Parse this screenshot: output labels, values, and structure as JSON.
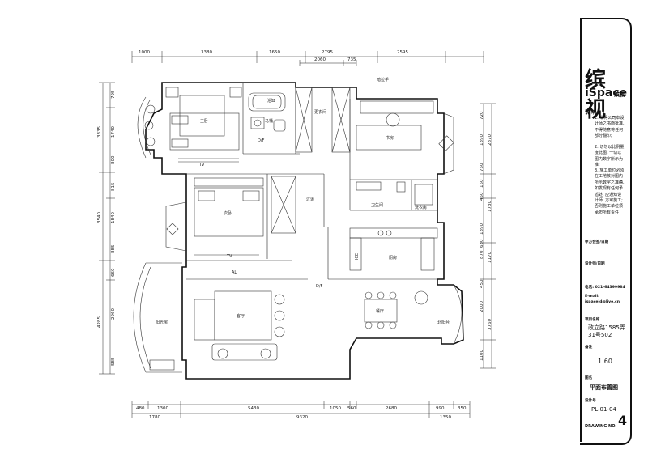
{
  "drawing": {
    "top_dims": [
      "1000",
      "3380",
      "1650",
      "2795",
      "2595"
    ],
    "top_sub_dims": [
      "2060",
      "735"
    ],
    "bottom_dims": [
      "480",
      "1300",
      "5430",
      "1050",
      "560",
      "2680",
      "990",
      "350"
    ],
    "bottom_total_dims": [
      "1780",
      "9320",
      "1350"
    ],
    "left_dims": [
      "795",
      "3335",
      "1740",
      "800",
      "815",
      "3540",
      "1840",
      "885",
      "660",
      "4285",
      "2960",
      "585"
    ],
    "right_dims": [
      "720",
      "1390",
      "2870",
      "750",
      "150",
      "450",
      "1730",
      "1390",
      "630",
      "870",
      "1170",
      "450",
      "2000",
      "3760",
      "1100"
    ],
    "rooms": {
      "master_bedroom": "主卧",
      "bathroom": "浴缸",
      "toilet": "马桶",
      "closet": "更衣间",
      "study": "书房",
      "second_bedroom": "次卧",
      "corridor": "过道",
      "bathroom2": "卫生间",
      "laundry": "洗衣房",
      "kitchen": "厨房",
      "living_room": "客厅",
      "dining_room": "餐厅",
      "balcony": "北阳台",
      "sunroom": "阳光房"
    },
    "labels": {
      "sliding_door": "暗拉手",
      "tv1": "TV",
      "tv2": "TV",
      "ac": "AL",
      "ice": "ICE",
      "door_mark_1": "D/F",
      "door_mark_2": "D/F"
    }
  },
  "title_block": {
    "brand_cn": "缤视",
    "brand_en": "iSpace",
    "brand_small": "缤视",
    "notes_title": "说 明:",
    "note_1": "1. 非得公司本设计师之书面批准, 不得随意将任何部分翻印;",
    "note_2": "2. 切勿以比例量度此图, 一切以图内数字所示为准;",
    "note_3": "3. 施工单位必须在工地核对图内所示数字之准确, 如发现有任何矛盾处, 应通知设计师, 方可施工; 否则施工单位须承担所有责任",
    "client_label": "甲方会签/日期",
    "designer_label": "设计师/日期",
    "phone": "电话: 021-64399984",
    "email_label": "E-mail:",
    "email": "ispaceid@live.cn",
    "project_label": "项目名称",
    "project_name": "政立路1585弄31号502",
    "remark_label": "备注",
    "scale": "1:60",
    "drawing_name_label": "图名",
    "drawing_name": "平面布置图",
    "drawing_code_label": "设计号",
    "drawing_code": "PL-01-04",
    "drawing_no_label": "DRAWING NO.",
    "drawing_no": "4"
  }
}
